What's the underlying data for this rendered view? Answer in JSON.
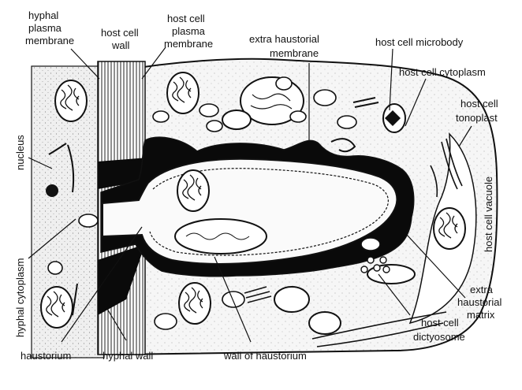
{
  "labels": {
    "hyphal_plasma_membrane": [
      "hyphal",
      "plasma",
      "membrane"
    ],
    "host_cell_wall": [
      "host cell",
      "wall"
    ],
    "host_cell_plasma_membrane": [
      "host cell",
      "plasma",
      "membrane"
    ],
    "extra_haustorial_membrane": [
      "extra haustorial",
      "membrane"
    ],
    "host_cell_microbody": "host cell microbody",
    "host_cell_cytoplasm": "host cell cytoplasm",
    "host_cell_tonoplast": [
      "host cell",
      "tonoplast"
    ],
    "nucleus": "nucleus",
    "hyphal_cytoplasm": "hyphal cytoplasm",
    "host_cell_vacuole": "host cell vacuole",
    "extra_haustorial_matrix": [
      "extra",
      "haustorial",
      "matrix"
    ],
    "host_cell_dictyosome": [
      "host cell",
      "dictyosome"
    ],
    "haustorium": "haustorium",
    "hyphal_wall": "hyphal wall",
    "wall_of_haustorium": "wall of haustorium"
  },
  "colors": {
    "ink": "#111111",
    "hyphal_cytoplasm_fill": "#e4e4e4",
    "host_cytoplasm_fill": "#f3f3f3",
    "matrix_fill": "#0a0a0a",
    "haustorium_fill": "#fafafa",
    "vacuole_fill": "#ffffff"
  }
}
